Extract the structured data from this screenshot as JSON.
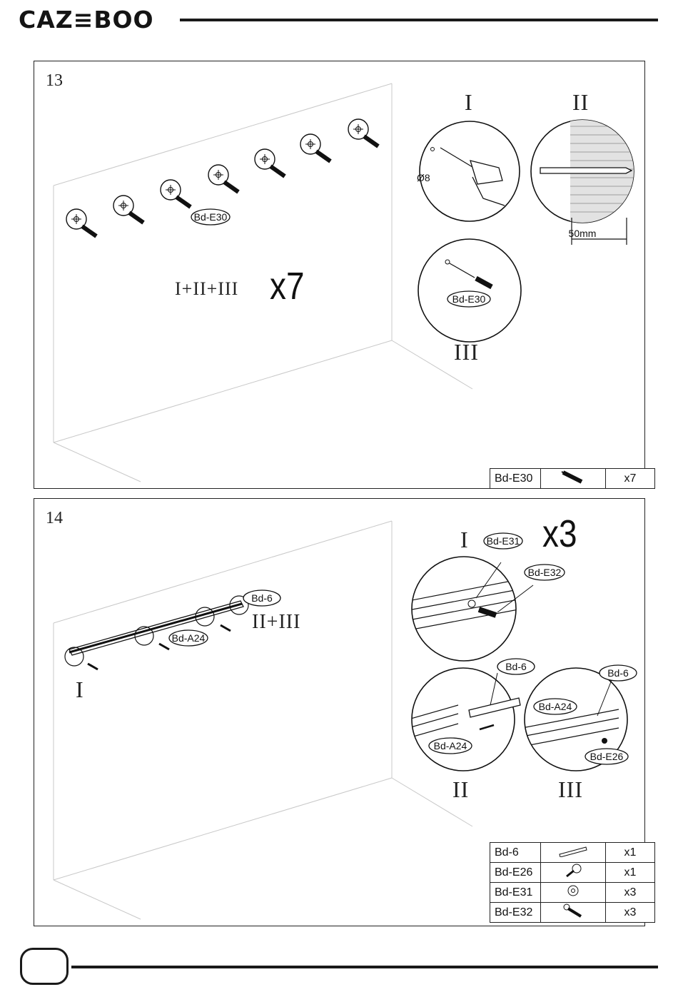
{
  "header": {
    "brand": "CAZ≡BOO"
  },
  "step13": {
    "number": "13",
    "combo_label": "I+II+III",
    "multiplier": "x7",
    "detail_labels": {
      "i": "I",
      "ii": "II",
      "iii": "III"
    },
    "drill_size": "Ø8",
    "depth": "50mm",
    "callouts": {
      "main": "Bd-E30",
      "detail_iii": "Bd-E30"
    },
    "parts": [
      {
        "code": "Bd-E30",
        "icon": "wall-plug-icon",
        "qty": "x7"
      }
    ]
  },
  "step14": {
    "number": "14",
    "multiplier": "x3",
    "main_labels": {
      "left": "I",
      "right": "II+III"
    },
    "detail_labels": {
      "i": "I",
      "ii": "II",
      "iii": "III"
    },
    "callouts": {
      "main_bd6": "Bd-6",
      "main_a24": "Bd-A24",
      "i_e31": "Bd-E31",
      "i_e32": "Bd-E32",
      "ii_bd6": "Bd-6",
      "ii_a24": "Bd-A24",
      "iii_bd6": "Bd-6",
      "iii_a24": "Bd-A24",
      "iii_e26": "Bd-E26"
    },
    "parts": [
      {
        "code": "Bd-6",
        "icon": "connector-strip-icon",
        "qty": "x1"
      },
      {
        "code": "Bd-E26",
        "icon": "screw-icon",
        "qty": "x1"
      },
      {
        "code": "Bd-E31",
        "icon": "washer-icon",
        "qty": "x3"
      },
      {
        "code": "Bd-E32",
        "icon": "long-screw-icon",
        "qty": "x3"
      }
    ]
  }
}
